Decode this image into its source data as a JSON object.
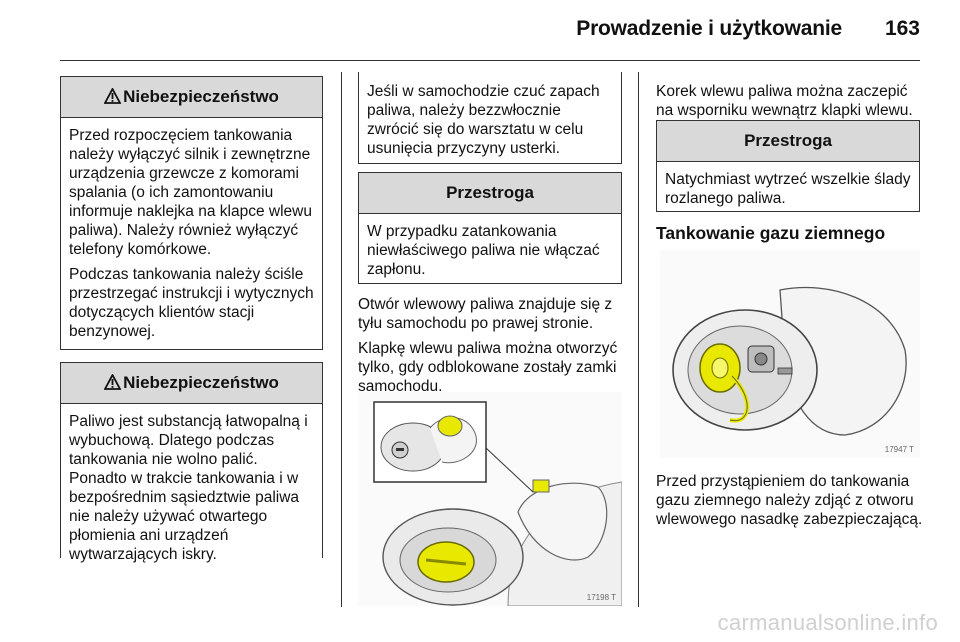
{
  "header": {
    "title": "Prowadzenie i użytkowanie",
    "page_number": "163"
  },
  "col1": {
    "box1": {
      "heading": "Niebezpieczeństwo",
      "paragraphs": [
        "Przed rozpoczęciem tankowania należy wyłączyć silnik i zewnętrzne urządzenia grzewcze z komorami spalania (o ich zamontowaniu informuje naklejka na klapce wlewu paliwa). Należy również wyłączyć telefony komórkowe.",
        "Podczas tankowania należy ściśle przestrzegać instrukcji i wytycznych dotyczących klientów stacji benzynowej."
      ]
    },
    "box2": {
      "heading": "Niebezpieczeństwo",
      "paragraphs": [
        "Paliwo jest substancją łatwopalną i wybuchową. Dlatego podczas tankowania nie wolno palić. Ponadto w trakcie tankowania i w bezpośrednim sąsiedztwie paliwa nie należy używać otwartego płomienia ani urządzeń wytwarzających iskry."
      ]
    }
  },
  "col2": {
    "box_continued": "Jeśli w samochodzie czuć zapach paliwa, należy bezzwłocznie zwrócić się do warsztatu w celu usunięcia przyczyny usterki.",
    "box_caution": {
      "heading": "Przestroga",
      "text": "W przypadku zatankowania niewłaściwego paliwa nie włączać zapłonu."
    },
    "paragraphs": [
      "Otwór wlewowy paliwa znajduje się z tyłu samochodu po prawej stronie.",
      "Klapkę wlewu paliwa można otworzyć tylko, gdy odblokowane zostały zamki samochodu."
    ],
    "figure_code": "17198 T"
  },
  "col3": {
    "paragraph": "Korek wlewu paliwa można zaczepić na wsporniku wewnątrz klapki wlewu.",
    "box_caution": {
      "heading": "Przestroga",
      "text": "Natychmiast wytrzeć wszelkie ślady rozlanego paliwa."
    },
    "subheading": "Tankowanie gazu ziemnego",
    "figure_code": "17947 T",
    "paragraph2": "Przed przystąpieniem do tankowania gazu ziemnego należy zdjąć z otworu wlewowego nasadkę zabezpieczającą."
  },
  "watermark": "carmanualsonline.info",
  "colors": {
    "box_header_bg": "#d9d9d9",
    "cap_yellow": "#e8e800",
    "text": "#111111"
  }
}
